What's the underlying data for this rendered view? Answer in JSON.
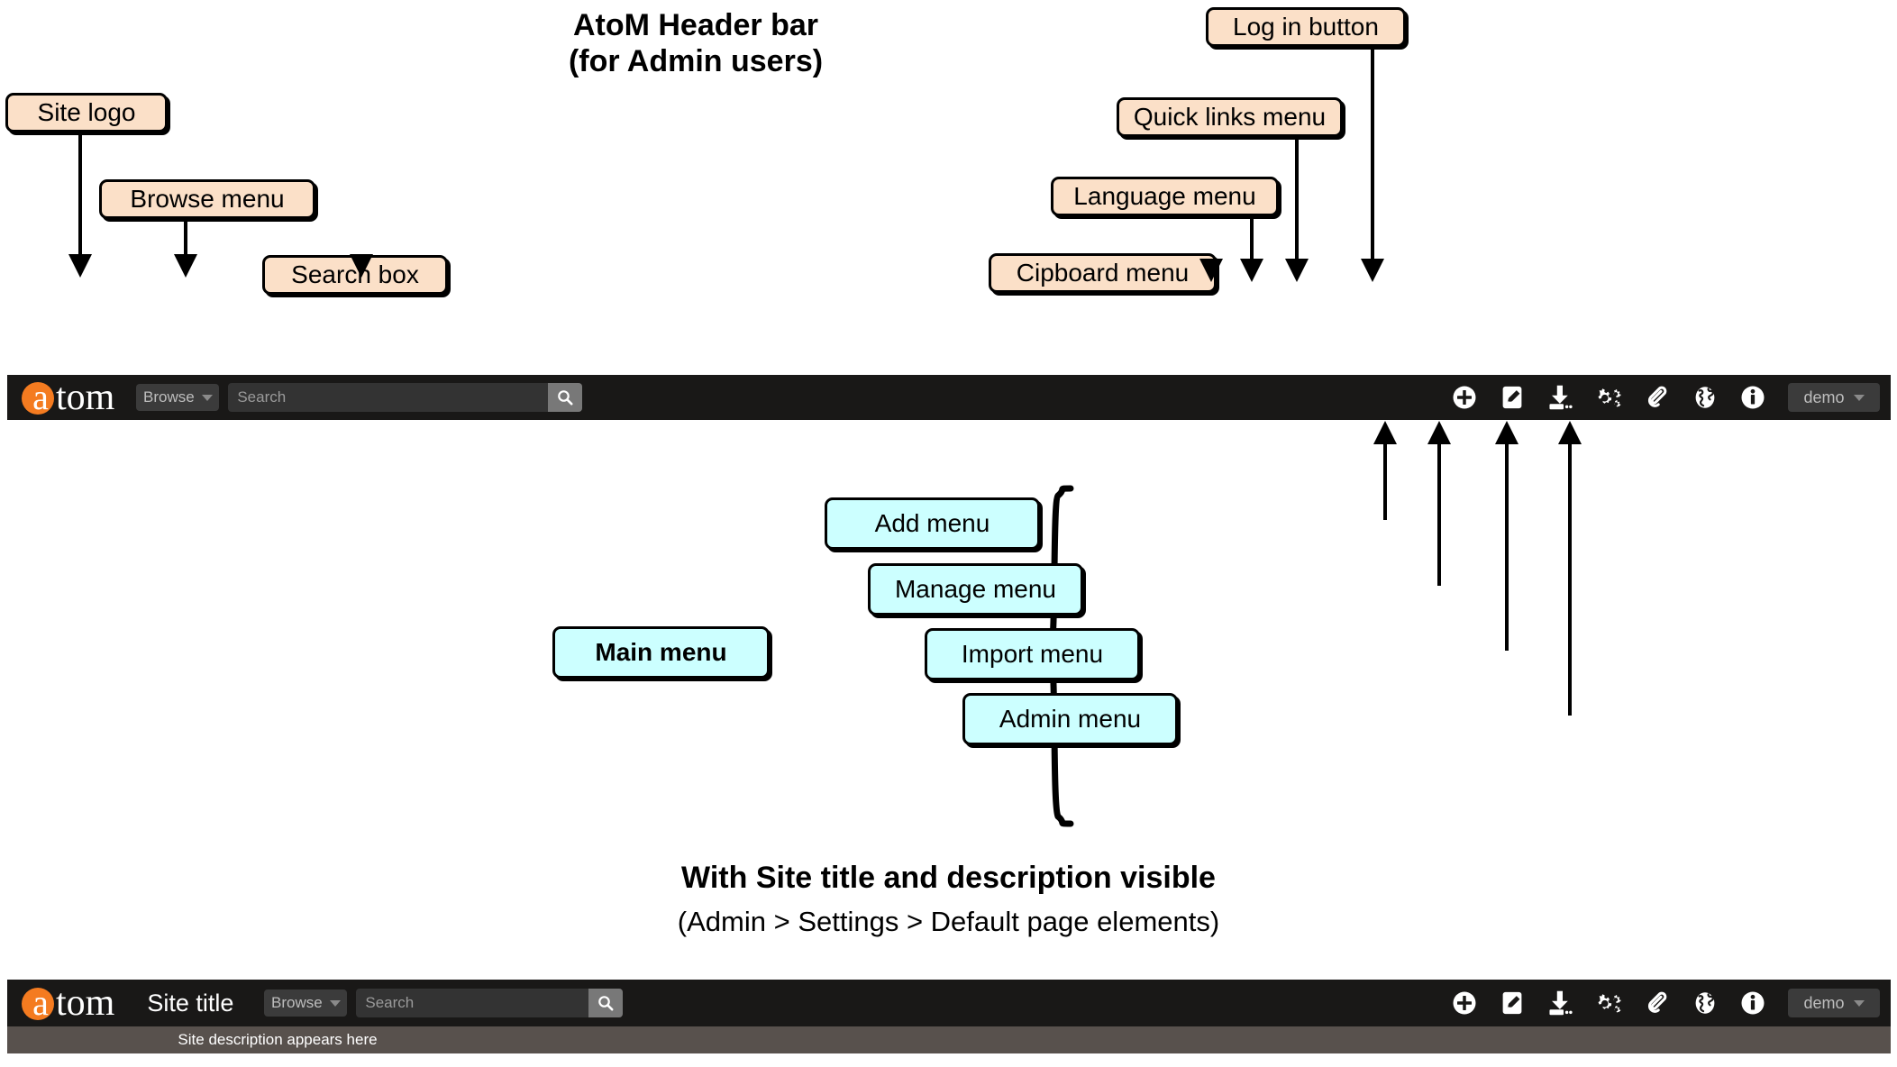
{
  "diagram": {
    "title": "AtoM Header bar\n(for Admin users)",
    "bottom_title": "With Site title and description visible",
    "bottom_subtitle": "(Admin > Settings > Default page elements)",
    "colors": {
      "peach_callout": "#fbe0c8",
      "cyan_callout": "#ccffff",
      "callout_border": "#000000",
      "header_bar": "#191817",
      "logo_orange": "#f47b20",
      "description_bar": "#58514d",
      "control_gray": "#3b3b3b",
      "search_field": "#333333",
      "search_button": "#787878"
    }
  },
  "callouts": {
    "peach": [
      {
        "id": "site-logo",
        "label": "Site logo"
      },
      {
        "id": "browse-menu",
        "label": "Browse menu"
      },
      {
        "id": "search-box",
        "label": "Search box"
      },
      {
        "id": "clipboard-menu",
        "label": "Cipboard menu"
      },
      {
        "id": "language-menu",
        "label": "Language menu"
      },
      {
        "id": "quick-links-menu",
        "label": "Quick links menu"
      },
      {
        "id": "log-in-button",
        "label": "Log in button"
      }
    ],
    "cyan": [
      {
        "id": "main-menu",
        "label": "Main menu"
      },
      {
        "id": "add-menu",
        "label": "Add menu"
      },
      {
        "id": "manage-menu",
        "label": "Manage menu"
      },
      {
        "id": "import-menu",
        "label": "Import menu"
      },
      {
        "id": "admin-menu",
        "label": "Admin menu"
      }
    ]
  },
  "header_top": {
    "logo": {
      "a": "a",
      "rest": "tom"
    },
    "browse": {
      "label": "Browse"
    },
    "search": {
      "placeholder": "Search",
      "value": "",
      "button_icon": "search-icon"
    },
    "icons": [
      {
        "name": "add-icon",
        "glyph": "plus-circle"
      },
      {
        "name": "manage-icon",
        "glyph": "pencil-square"
      },
      {
        "name": "import-icon",
        "glyph": "download-tray"
      },
      {
        "name": "admin-icon",
        "glyph": "gears"
      },
      {
        "name": "clipboard-icon",
        "glyph": "paperclip"
      },
      {
        "name": "language-icon",
        "glyph": "globe"
      },
      {
        "name": "quicklinks-icon",
        "glyph": "info-circle"
      }
    ],
    "user": {
      "label": "demo"
    }
  },
  "header_bottom": {
    "logo": {
      "a": "a",
      "rest": "tom"
    },
    "site_title": "Site title",
    "browse": {
      "label": "Browse"
    },
    "search": {
      "placeholder": "Search",
      "value": "",
      "button_icon": "search-icon"
    },
    "icons": [
      {
        "name": "add-icon",
        "glyph": "plus-circle"
      },
      {
        "name": "manage-icon",
        "glyph": "pencil-square"
      },
      {
        "name": "import-icon",
        "glyph": "download-tray"
      },
      {
        "name": "admin-icon",
        "glyph": "gears"
      },
      {
        "name": "clipboard-icon",
        "glyph": "paperclip"
      },
      {
        "name": "language-icon",
        "glyph": "globe"
      },
      {
        "name": "quicklinks-icon",
        "glyph": "info-circle"
      }
    ],
    "user": {
      "label": "demo"
    },
    "site_description": "Site description appears here"
  }
}
